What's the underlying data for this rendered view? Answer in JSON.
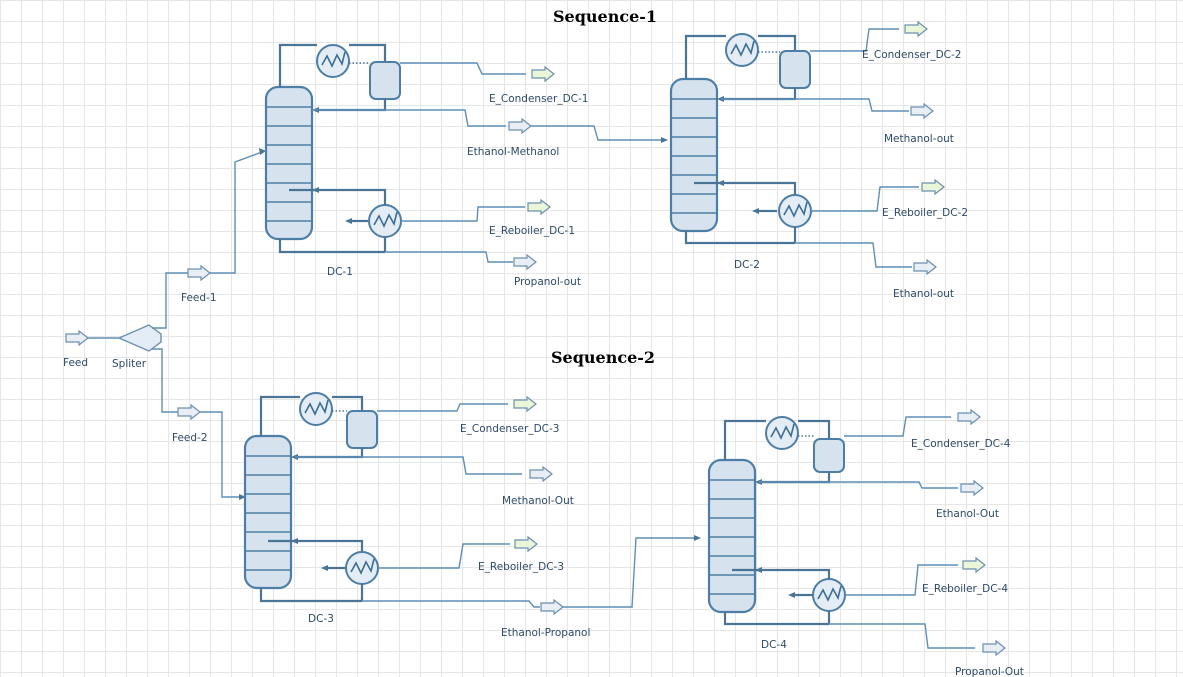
{
  "titles": {
    "sequence_1": "Sequence-1",
    "sequence_2": "Sequence-2"
  },
  "streams": {
    "feed": "Feed",
    "splitter": "Spliter",
    "feed_1": "Feed-1",
    "feed_2": "Feed-2",
    "e_condenser_dc1": "E_Condenser_DC-1",
    "ethanol_methanol": "Ethanol-Methanol",
    "e_reboiler_dc1": "E_Reboiler_DC-1",
    "propanol_out_1": "Propanol-out",
    "e_condenser_dc2": "E_Condenser_DC-2",
    "methanol_out_1": "Methanol-out",
    "e_reboiler_dc2": "E_Reboiler_DC-2",
    "ethanol_out_1": "Ethanol-out",
    "e_condenser_dc3": "E_Condenser_DC-3",
    "methanol_out_2": "Methanol-Out",
    "e_reboiler_dc3": "E_Reboiler_DC-3",
    "ethanol_propanol": "Ethanol-Propanol",
    "e_condenser_dc4": "E_Condenser_DC-4",
    "ethanol_out_2": "Ethanol-Out",
    "e_reboiler_dc4": "E_Reboiler_DC-4",
    "propanol_out_2": "Propanol-Out"
  },
  "columns": {
    "dc1": "DC-1",
    "dc2": "DC-2",
    "dc3": "DC-3",
    "dc4": "DC-4"
  },
  "colors": {
    "pipe": "#5f8fb5",
    "equipment_fill": "#d6e3ef",
    "energy_stream_fill": "#e9f6d8",
    "grid": "#e6e6e6"
  },
  "icons": {
    "material_stream": "material-stream-arrow-icon",
    "energy_stream": "energy-stream-arrow-icon",
    "column": "distillation-column-icon",
    "condenser": "heat-exchanger-icon",
    "reboiler": "heat-exchanger-icon",
    "drum": "reflux-drum-icon",
    "splitter": "splitter-icon"
  }
}
